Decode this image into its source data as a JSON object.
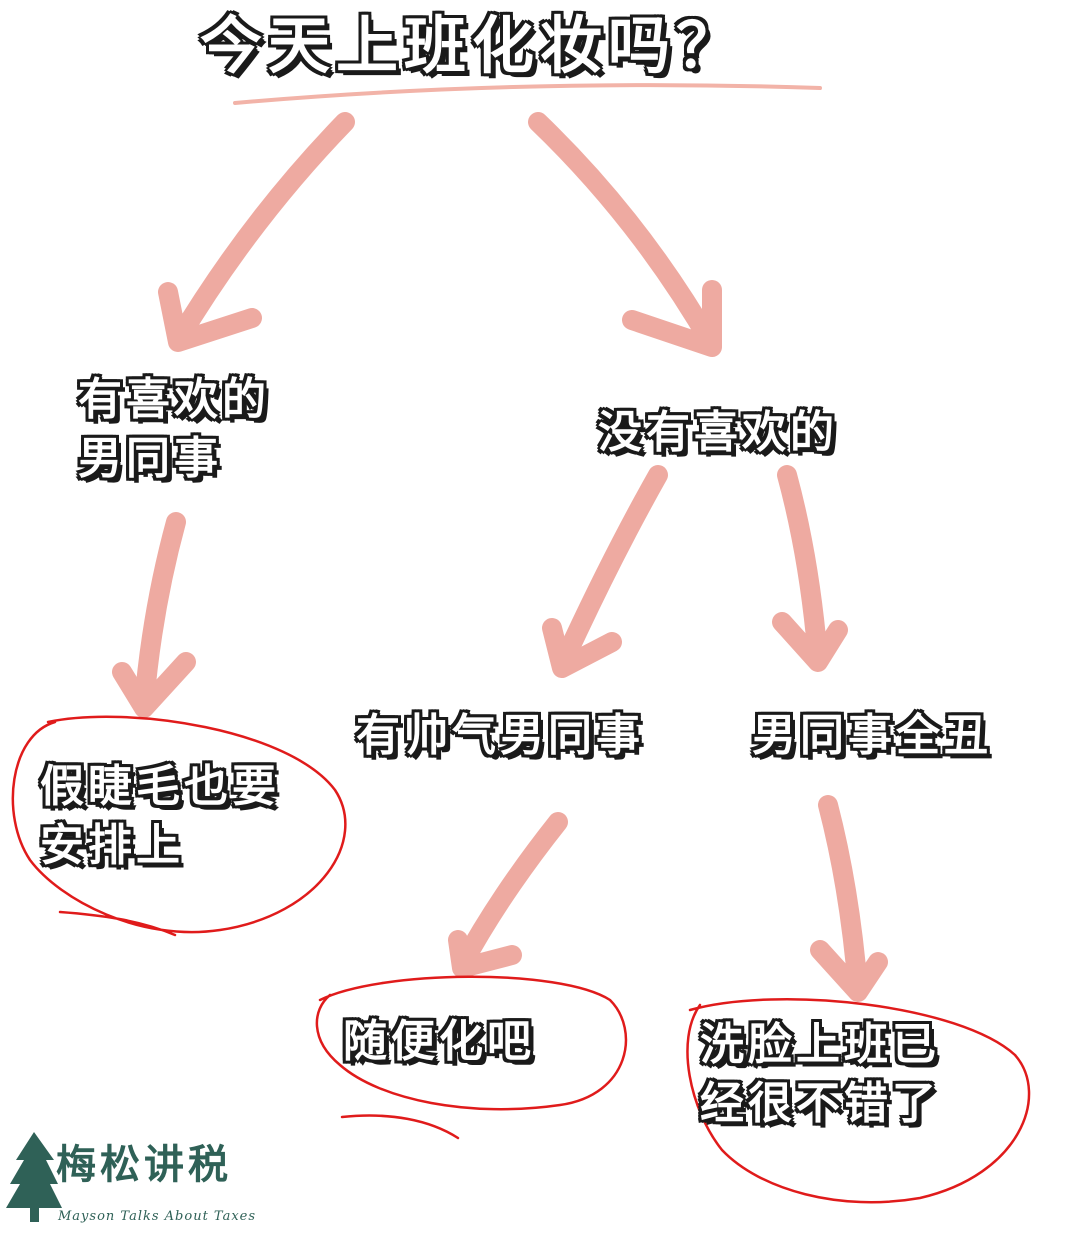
{
  "title": "今天上班化妆吗？",
  "nodes": {
    "like_coworker": [
      "有喜欢的",
      "男同事"
    ],
    "no_like": "没有喜欢的",
    "handsome": "有帅气男同事",
    "all_ugly": "男同事全丑",
    "lashes": [
      "假睫毛也要",
      "安排上"
    ],
    "casual": "随便化吧",
    "wash_face": [
      "洗脸上班已",
      "经很不错了"
    ]
  },
  "brand": {
    "name": "梅松讲税",
    "subtitle": "Mayson Talks About Taxes",
    "icon": "pine-tree-icon",
    "color": "#2f6157"
  },
  "colors": {
    "arrow": "#eeaaa1",
    "circle": "#e01b1b",
    "underline": "#f2b3a8"
  }
}
